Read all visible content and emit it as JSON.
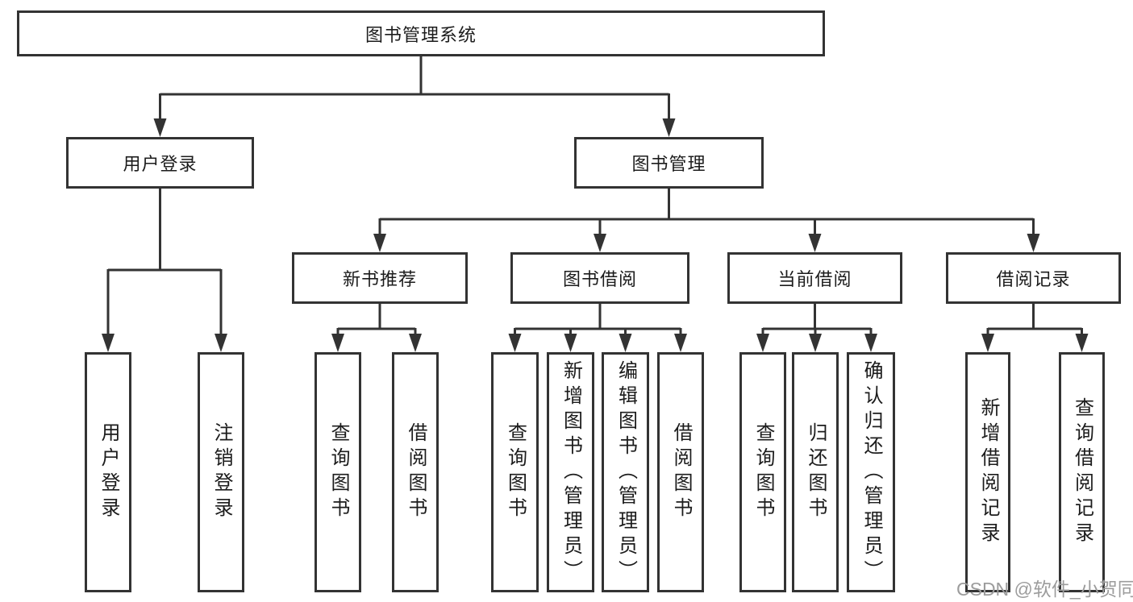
{
  "page": {
    "watermark": "CSDN @软件_小贺同学"
  },
  "colors": {
    "line": "#333333",
    "text": "#1c1c1c",
    "watermark": "#9c9c9c",
    "background": "#ffffff"
  },
  "tree": {
    "root": "图书管理系统",
    "branches": [
      {
        "label": "用户登录",
        "leaves": [
          "用户登录",
          "注销登录"
        ]
      },
      {
        "label": "图书管理",
        "groups": [
          {
            "label": "新书推荐",
            "leaves": [
              "查询图书",
              "借阅图书"
            ]
          },
          {
            "label": "图书借阅",
            "leaves": [
              "查询图书",
              "新增图书（管理员）",
              "编辑图书（管理员）",
              "借阅图书"
            ]
          },
          {
            "label": "当前借阅",
            "leaves": [
              "查询图书",
              "归还图书",
              "确认归还（管理员）"
            ]
          },
          {
            "label": "借阅记录",
            "leaves": [
              "新增借阅记录",
              "查询借阅记录"
            ]
          }
        ]
      }
    ]
  }
}
